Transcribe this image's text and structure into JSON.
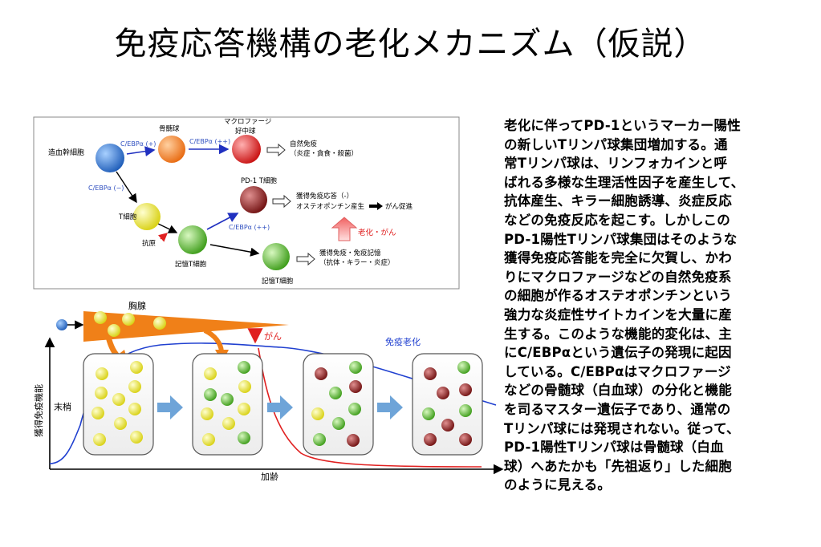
{
  "title": "免疫応答機構の老化メカニズム（仮説）",
  "top_diagram": {
    "hsc_label": "造血幹細胞",
    "myeloid_label": "骨髄球",
    "macro_label_1": "マクロファージ",
    "macro_label_2": "好中球",
    "innate_1": "自然免疫",
    "innate_2": "（炎症・貪食・殺菌）",
    "cebp_plus": "C/EBPα (+)",
    "cebp_plusplus_1": "C/EBPα (++)",
    "cebp_minus": "C/EBPα (−)",
    "cebp_plusplus_2": "C/EBPα (++)",
    "t_cell_label": "T細胞",
    "antigen_label": "抗原",
    "memory_t_label_1": "記憶T細胞",
    "memory_t_label_2": "記憶T細胞",
    "pd1_label": "PD-1 T細胞",
    "acquired_loss": "獲得免疫応答（-）",
    "osteopontin": "オステオポンチン産生",
    "cancer_promo": "がん促進",
    "aging_cancer": "老化・がん",
    "memory_func_1": "獲得免疫・免疫記憶",
    "memory_func_2": "（抗体・キラー・炎症）"
  },
  "bottom_diagram": {
    "thymus_label": "胸腺",
    "cancer_label": "がん",
    "immuno_aging_label": "免疫老化",
    "y_axis_label": "獲得免疫機能",
    "peripheral_label": "末梢",
    "x_axis_label": "加齢"
  },
  "body_lines": [
    "老化に伴ってPD-1というマーカー陽性",
    "の新しいTリンパ球集団増加する。通",
    "常Tリンパ球は、リンフォカインと呼",
    "ばれる多様な生理活性因子を産生して、",
    "抗体産生、キラー細胞誘導、炎症反応",
    "などの免疫反応を起こす。しかしこの",
    "PD-1陽性Tリンパ球集団はそのような",
    "獲得免疫応答能を完全に欠賀し、かわ",
    "りにマクロファージなどの自然免疫系",
    "の細胞が作るオステオポンチンという",
    "強力な炎症性サイトカインを大量に産",
    "生する。このような機能的変化は、主",
    "にC/EBPαという遺伝子の発現に起因",
    "している。C/EBPαはマクロファージ",
    "などの骨髄球（白血球）の分化と機能",
    "を司るマスター遺伝子であり、通常の",
    "Tリンパ球には発現されない。従って、",
    "PD-1陽性Tリンパ球は骨髄球（白血",
    "球）へあたかも「先祖返り」した細胞",
    "のように見える。"
  ],
  "colors": {
    "hsc": "#3a78c8",
    "myeloid": "#f07a20",
    "macrophage": "#d81818",
    "t_cell": "#e8e020",
    "memory_t": "#5cbc2c",
    "pd1_t": "#8a1010",
    "cebp_text": "#3050c0",
    "aging_red": "#e02020",
    "immuno_blue": "#2040d0",
    "thymus_orange": "#f08018",
    "transition_arrow": "#6ea4d8"
  }
}
